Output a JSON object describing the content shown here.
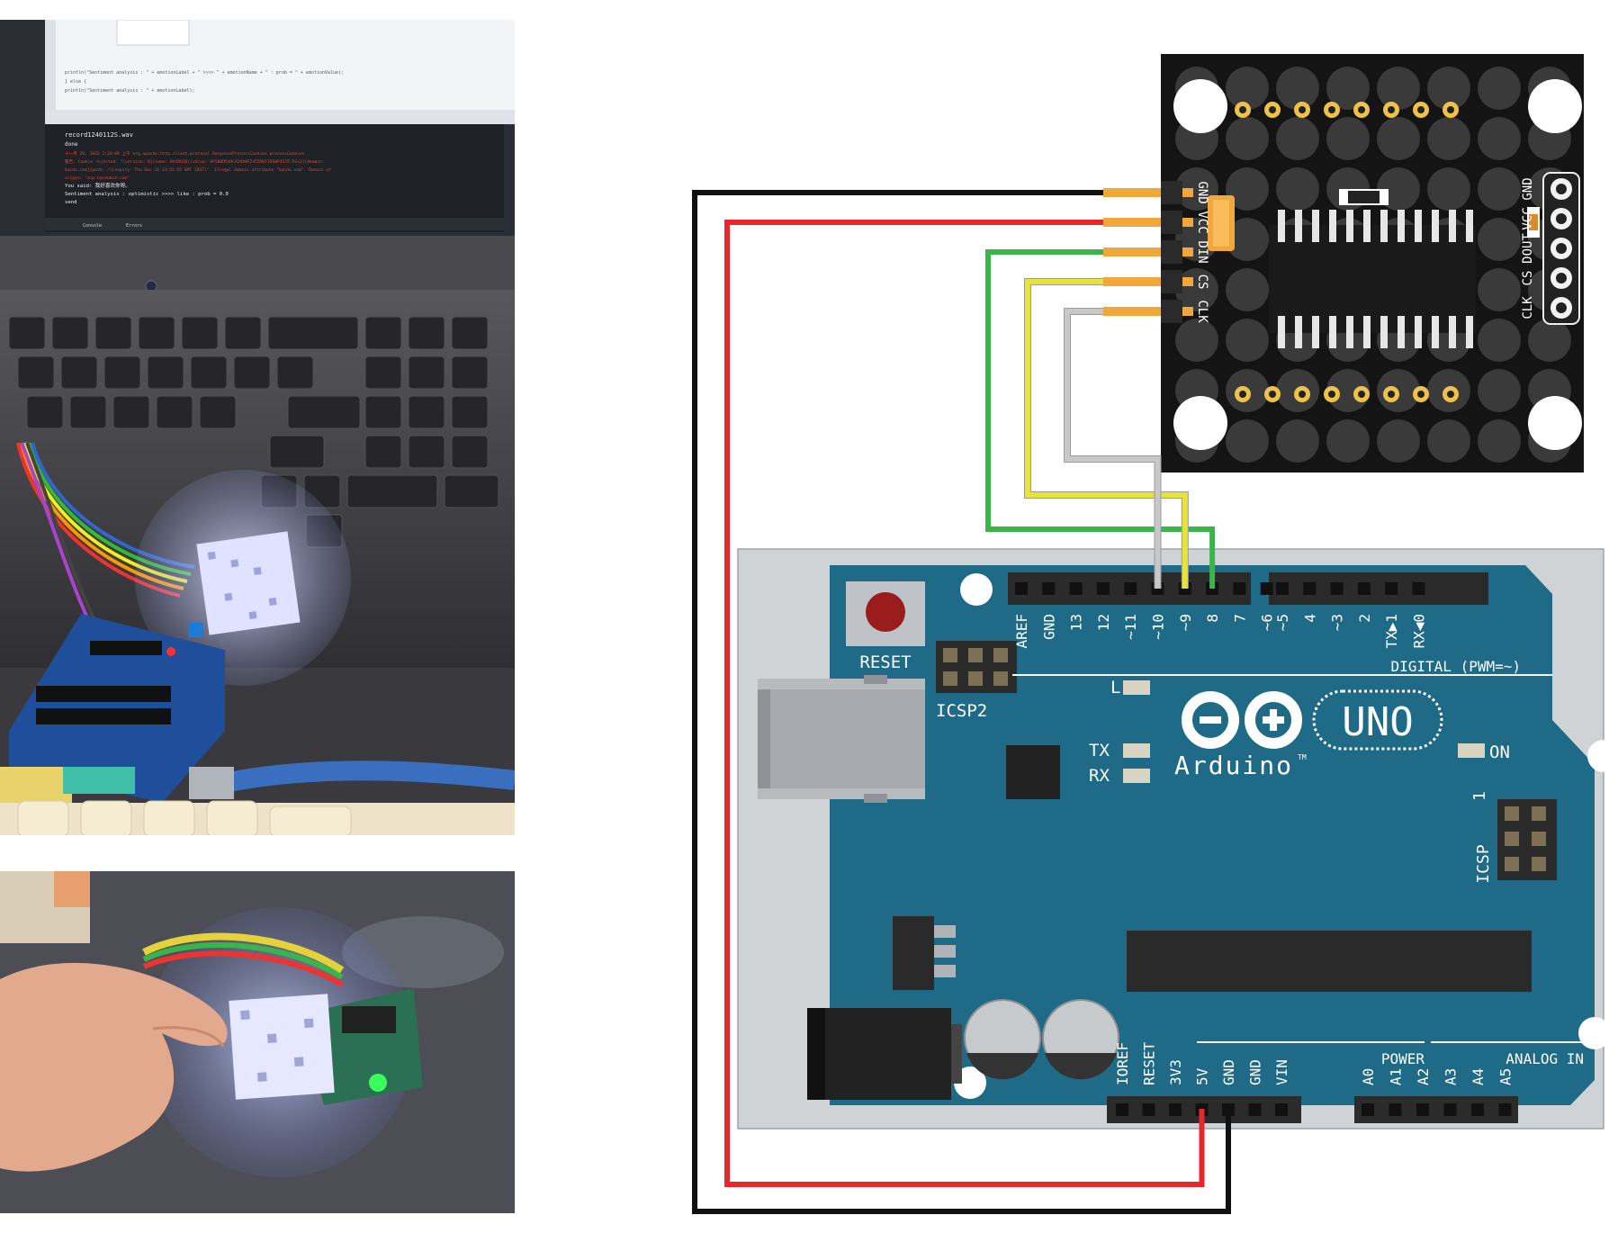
{
  "photo_top": {
    "code_lines": [
      "println(\"Sentiment analysis : \" + emotionLabel + \" >>>> \" + emotionName + \" : prob = \" + emotionValue);",
      "} else {",
      "  println(\"Sentiment analysis : \" + emotionLabel);"
    ],
    "console": {
      "file": "record1240112S.wav",
      "status": "done",
      "warn1": "十一月 26, 2022 1:24:09 上午 org.apache.http.client.protocol.ResponseProcessCookies processCookies",
      "warn2": "警告: Cookie rejected: \"[version: 0][name: BAIDUID][value: 8F5B0D548CA28A0F2455DEF3560F4535:FG=1][domain:",
      "warn3": "baidu.com][path: /][expiry: Thu Dec 31 23:55:55 GMT 2037]\". Illegal domain attribute \"baidu.com\". Domain of",
      "warn4": "origin: \"aip.baidubce.com\"",
      "said": "You said: 我好喜欢你呀。",
      "sentiment": "Sentiment analysis : optimistic >>>> like : prob = 0.0",
      "send": "send",
      "tab_console": "Console",
      "tab_errors": "Errors"
    }
  },
  "board": {
    "reset_label": "RESET",
    "icsp2_label": "ICSP2",
    "digital_label": "DIGITAL (PWM=~)",
    "led_l": "L",
    "led_tx": "TX",
    "led_rx": "RX",
    "led_on": "ON",
    "brand": "Arduino",
    "tm": "TM",
    "model": "UNO",
    "icsp_label": "ICSP",
    "icsp_one": "1",
    "power_label": "POWER",
    "analog_label": "ANALOG IN",
    "digital_pins": [
      "AREF",
      "GND",
      "13",
      "12",
      "~11",
      "~10",
      "~9",
      "8",
      "7",
      "~6",
      "~5",
      "4",
      "~3",
      "2",
      "TX▶1",
      "RX◀0"
    ],
    "power_pins": [
      "IOREF",
      "RESET",
      "3V3",
      "5V",
      "GND",
      "GND",
      "VIN"
    ],
    "analog_pins": [
      "A0",
      "A1",
      "A2",
      "A3",
      "A4",
      "A5"
    ]
  },
  "module": {
    "left_pins": [
      "GND",
      "VCC",
      "DIN",
      "CS",
      "CLK"
    ],
    "right_pins": [
      "CLK",
      "CS",
      "DOUT",
      "VCC",
      "GND"
    ]
  },
  "wires": [
    {
      "from": "GND",
      "to": "GND",
      "color": "#111111"
    },
    {
      "from": "VCC",
      "to": "5V",
      "color": "#e8262b"
    },
    {
      "from": "DIN",
      "to": "8",
      "color": "#3bb54a"
    },
    {
      "from": "CS",
      "to": "~9",
      "color": "#e8e33a"
    },
    {
      "from": "CLK",
      "to": "~10",
      "color": "#c8c8c8"
    }
  ],
  "colors": {
    "board": "#1e6a87",
    "board_border": "#d0d3d6",
    "module": "#141414",
    "pin_gold": "#f0a83a"
  }
}
